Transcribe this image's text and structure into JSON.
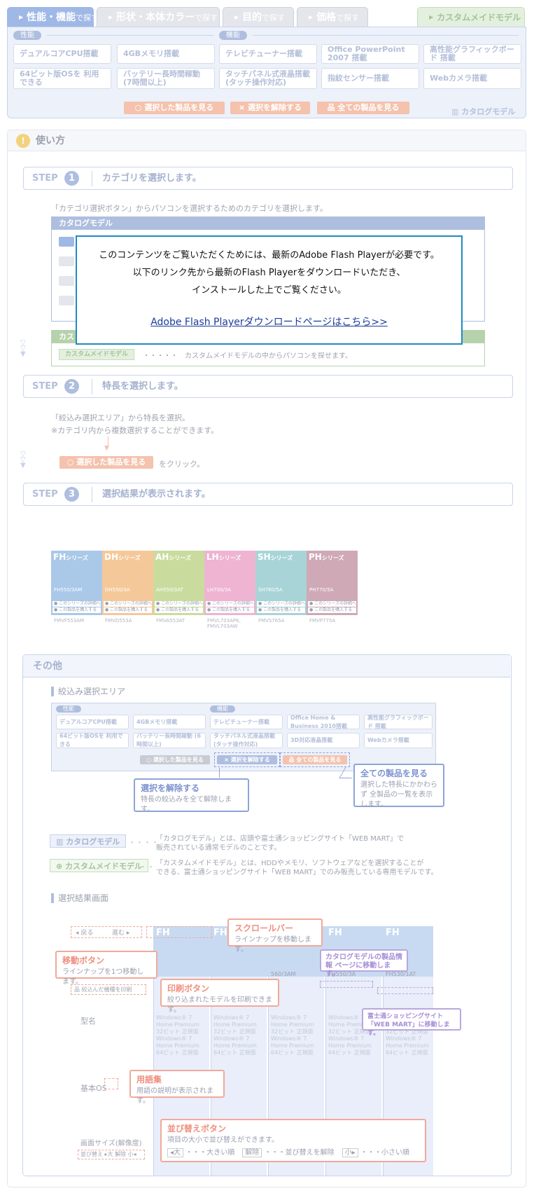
{
  "tabs": [
    {
      "label": "性能・機能",
      "suffix": "で探す"
    },
    {
      "label": "形状・本体カラー",
      "suffix": "で探す"
    },
    {
      "label": "目的",
      "suffix": "で探す"
    },
    {
      "label": "価格",
      "suffix": "で探す"
    },
    {
      "label": "カスタムメイドモデル",
      "suffix": ""
    }
  ],
  "filter": {
    "section_perf": "性能",
    "section_func": "機能",
    "buttons": [
      "デュアルコアCPU搭載",
      "4GBメモリ搭載",
      "テレビチューナー搭載",
      "Office PowerPoint 2007 搭載",
      "高性能グラフィックボード 搭載",
      "64ビット版OSを 利用できる",
      "バッテリー長時間稼動 (7時間以上)",
      "タッチパネル式液晶搭載 (タッチ操作対応)",
      "指紋センサー搭載",
      "Webカメラ搭載"
    ],
    "show_selected": "○ 選択した製品を見る",
    "clear": "× 選択を解除する",
    "show_all": "品 全ての製品を見る",
    "catalog_link": "カタログモデル"
  },
  "howto": {
    "title": "使い方",
    "icon_char": "!",
    "steps": [
      {
        "label": "STEP",
        "num": "1",
        "title": "カテゴリを選択します。"
      },
      {
        "label": "STEP",
        "num": "2",
        "title": "特長を選択します。"
      },
      {
        "label": "STEP",
        "num": "3",
        "title": "選択結果が表示されます。"
      }
    ],
    "step1_desc": "「カテゴリ選択ボタン」からパソコンを選択するためのカテゴリを選択します。",
    "catalog_head": "カタログモデル",
    "custom_head": "カス",
    "custom_btn": "カスタムメイドモデル",
    "custom_desc": "・・・・・　カスタムメイドモデルの中からパソコンを探せます。",
    "step2_desc1": "「絞込み選択エリア」から特長を選択。",
    "step2_desc2": "※カテゴリ内から複数選択することができます。",
    "step2_btn": "○ 選択した製品を見る",
    "step2_click": "をクリック。",
    "series": [
      {
        "name": "FH",
        "model": "FH550/3AM",
        "code": "FMVF553AM",
        "color": "#aac8e8"
      },
      {
        "name": "DH",
        "model": "DH550/3A",
        "code": "FMVD553A",
        "color": "#f5c89a"
      },
      {
        "name": "AH",
        "model": "AH550/3AT",
        "code": "FMVA553AT",
        "color": "#c9dc9e"
      },
      {
        "name": "LH",
        "model": "LH700/3A",
        "code": "FMVL703APK, FMVL703AW",
        "color": "#eeb4d2"
      },
      {
        "name": "SH",
        "model": "SH760/5A",
        "code": "FMVS765A",
        "color": "#a8d4d8"
      },
      {
        "name": "PH",
        "model": "PH770/5A",
        "code": "FMVP775A",
        "color": "#cfa9b5"
      }
    ],
    "series_suffix": "シリーズ",
    "series_line1": "● このシリーズの詳細へ",
    "series_line2": "● この製品を購入する"
  },
  "flash": {
    "line1": "このコンテンツをご覧いただくためには、最新のAdobe Flash Playerが必要です。",
    "line2": "以下のリンク先から最新のFlash Playerをダウンロードいただき、",
    "line3": "インストールした上でご覧ください。",
    "link": "Adobe Flash Playerダウンロードページはこちら>>"
  },
  "other": {
    "title": "その他",
    "area_head": "絞込み選択エリア",
    "mini_buttons": [
      "デュアルコアCPU搭載",
      "4GBメモリ搭載",
      "テレビチューナー搭載",
      "Office Home & Business 2010搭載",
      "高性能グラフィックボード 搭載",
      "64ビット版OSを 利用できる",
      "バッテリー長時間稼動 (6時間以上)",
      "タッチパネル式液晶搭載 (タッチ操作対応)",
      "3D対応液晶搭載",
      "Webカメラ搭載"
    ],
    "mini_show": "○ 選択した製品を見る",
    "mini_clear": "× 選択を解除する",
    "mini_all": "品 全ての製品を見る",
    "callout_clear_title": "選択を解除する",
    "callout_clear_desc": "特長の絞込みを全て解除します。",
    "callout_all_title": "全ての製品を見る",
    "callout_all_desc": "選択した特長にかかわらず 全製品の一覧を表示します。",
    "catalog_tag": "カタログモデル",
    "catalog_dots": "・・・・",
    "catalog_desc1": "「カタログモデル」とは、店頭や富士通ショッピングサイト「WEB MART」で",
    "catalog_desc2": "販売されている通常モデルのことです。",
    "custom_tag": "カスタムメイドモデル",
    "custom_dots": "・・",
    "custom_desc1": "「カスタムメイドモデル」とは、HDDやメモリ、ソフトウェアなどを選択することが",
    "custom_desc2": "できる、富士通ショッピングサイト「WEB MART」でのみ販売している専用モデルです。",
    "result_head": "選択結果画面",
    "nav_back": "戻る",
    "nav_next": "進む",
    "scroll_title": "スクロールバー",
    "scroll_desc": "ラインナップを移動します。",
    "move_title": "移動ボタン",
    "move_desc": "ラインナップを1つ移動します。",
    "catalog_info_title": "カタログモデルの製品情報 ページに移動します。",
    "print_btn": "品 絞込んだ機種を印刷",
    "print_title": "印刷ボタン",
    "print_desc": "絞り込まれたモデルを印刷できます。",
    "webmart_title": "富士通ショッピングサイト 「WEB MART」に移動します。",
    "row_model": "型名",
    "row_os": "基本OS",
    "glossary_title": "用語集",
    "glossary_desc": "用語の説明が表示されます。",
    "row_screen": "画面サイズ(解像度)",
    "sort_title": "並び替えボタン",
    "sort_desc": "項目の大小で並び替えができます。",
    "sort_large": "◂大",
    "sort_large_desc": "・・・大きい順",
    "sort_clear": "解除",
    "sort_clear_desc": "・・・並び替えを解除",
    "sort_small": "小▸",
    "sort_small_desc": "・・・小さい順",
    "sort_mini": "並び替え ▸大 解除 小◂",
    "col_series": [
      "FH",
      "FH",
      "FH",
      "FH",
      "FH"
    ],
    "col_models": [
      "",
      "",
      "560/3AM",
      "FH550/3A",
      "FH530/1AT"
    ],
    "os_text": "Windows® 7 Home Premium 32ビット 正規版 Windows® 7 Home Premium 64ビット 正規版"
  }
}
